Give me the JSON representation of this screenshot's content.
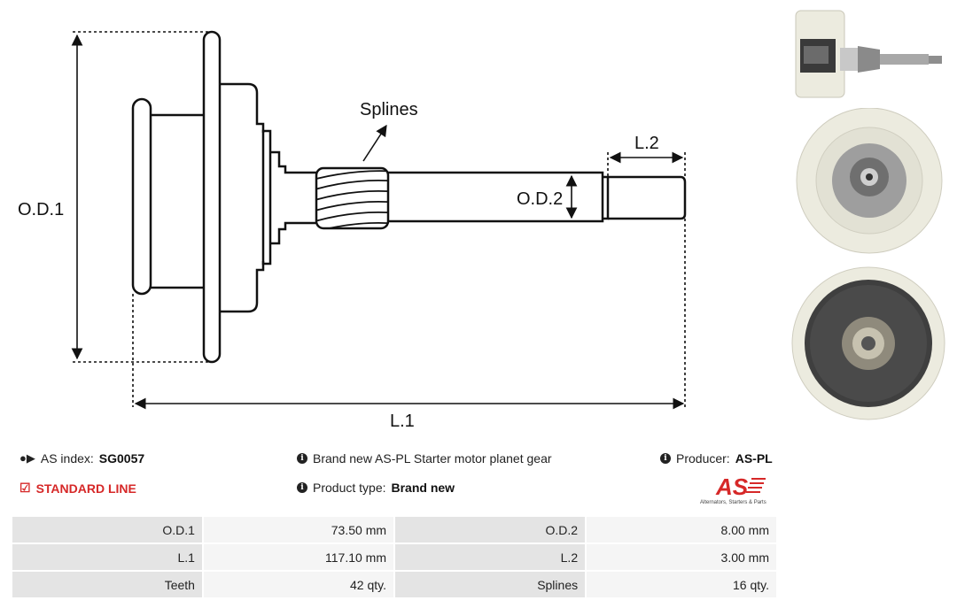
{
  "drawing": {
    "od1_label": "O.D.1",
    "od2_label": "O.D.2",
    "l1_label": "L.1",
    "l2_label": "L.2",
    "splines_label": "Splines"
  },
  "info": {
    "as_index_label": "AS index:",
    "as_index_value": "SG0057",
    "description": "Brand new AS-PL Starter motor planet gear",
    "producer_label": "Producer:",
    "producer_value": "AS-PL",
    "line": "STANDARD LINE",
    "product_type_label": "Product type:",
    "product_type_value": "Brand new"
  },
  "logo": {
    "mark": "AS",
    "tagline": "Alternators, Starters & Parts",
    "color": "#d62828"
  },
  "specs": [
    {
      "l1": "O.D.1",
      "v1": "73.50 mm",
      "l2": "O.D.2",
      "v2": "8.00 mm"
    },
    {
      "l1": "L.1",
      "v1": "117.10 mm",
      "l2": "L.2",
      "v2": "3.00 mm"
    },
    {
      "l1": "Teeth",
      "v1": "42 qty.",
      "l2": "Splines",
      "v2": "16 qty."
    }
  ]
}
